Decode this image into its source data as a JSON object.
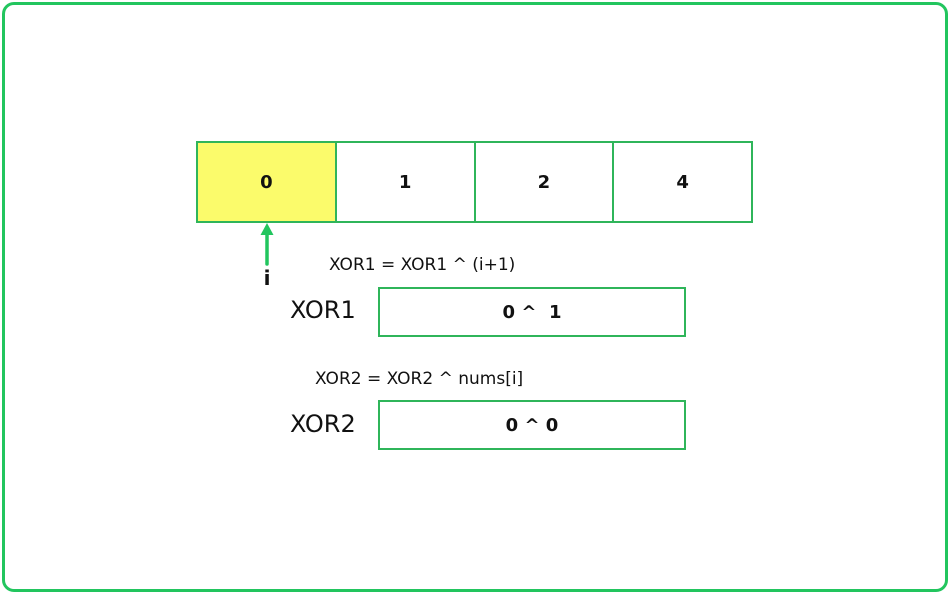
{
  "colors": {
    "border": "#22c55e",
    "cell_border": "#2fb55a",
    "highlight": "#fbfb6b",
    "arrow": "#22c55e"
  },
  "array": {
    "cells": [
      {
        "value": "0",
        "highlighted": true
      },
      {
        "value": "1",
        "highlighted": false
      },
      {
        "value": "2",
        "highlighted": false
      },
      {
        "value": "4",
        "highlighted": false
      }
    ]
  },
  "pointer": {
    "label": "i",
    "icon": "arrow-up-icon"
  },
  "xor1": {
    "formula": "XOR1 = XOR1 ^ (i+1)",
    "label": "XOR1",
    "value": "0 ^  1"
  },
  "xor2": {
    "formula": "XOR2 = XOR2 ^ nums[i]",
    "label": "XOR2",
    "value": "0 ^ 0"
  }
}
